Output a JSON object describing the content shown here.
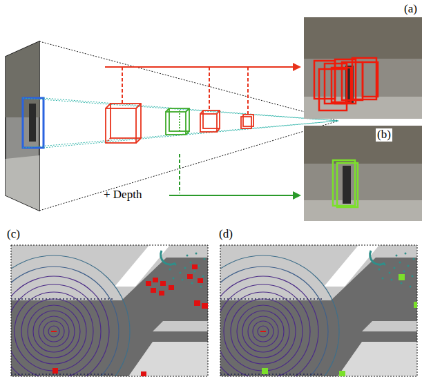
{
  "diagram": {
    "labels": [
      "(a)",
      "(b)",
      "+ Depth",
      "(c)",
      "(d)"
    ]
  }
}
